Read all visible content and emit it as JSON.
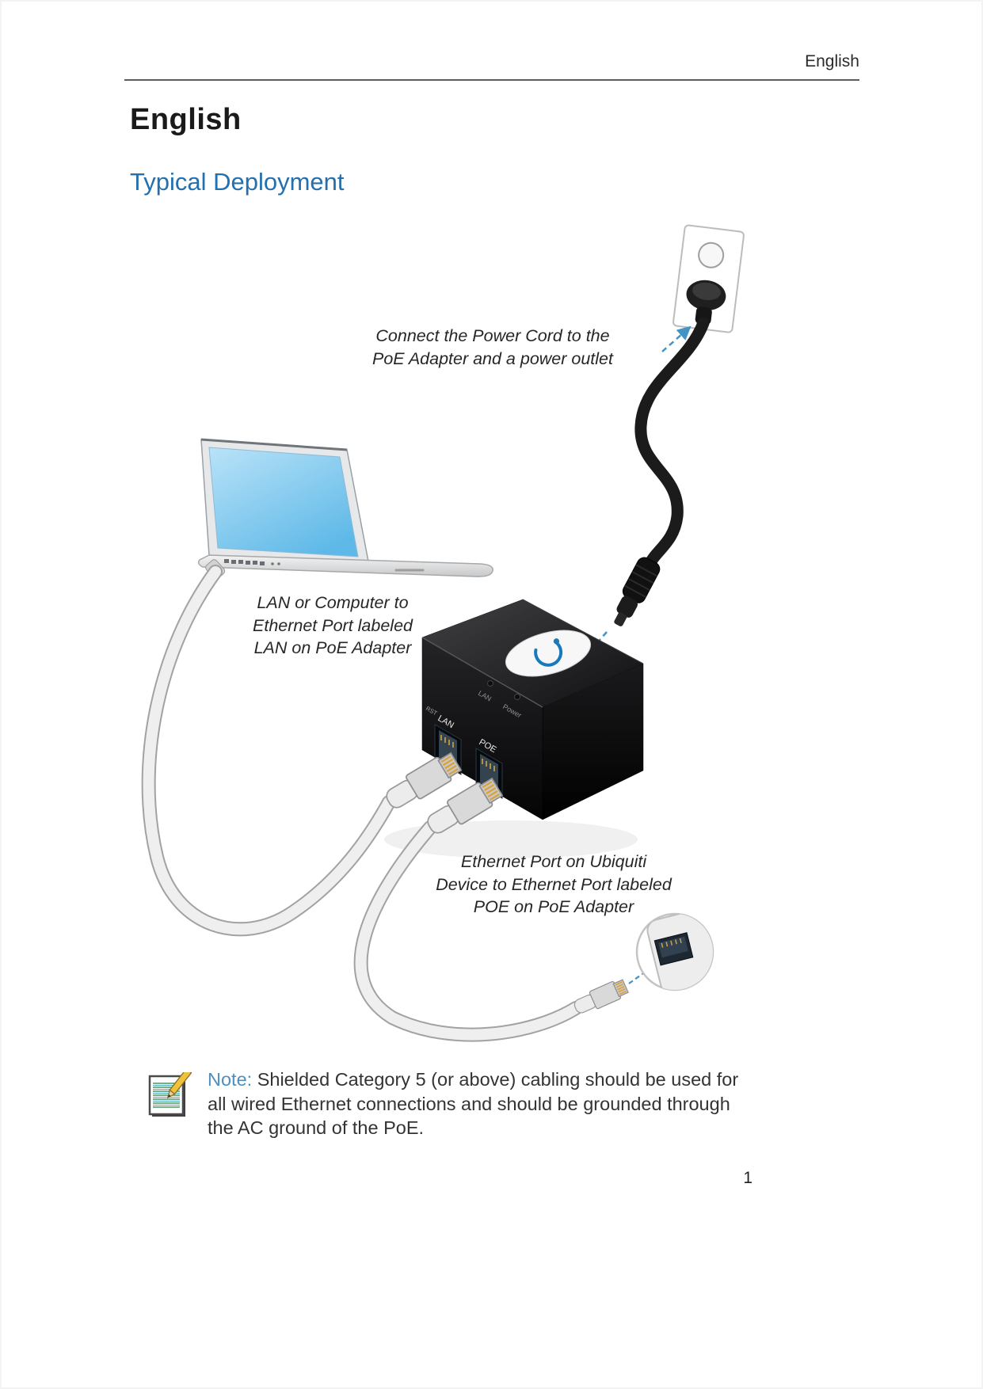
{
  "page": {
    "header_label": "English",
    "title": "English",
    "section_title": "Typical Deployment",
    "page_number": "1"
  },
  "diagram": {
    "annotations": {
      "power_cord": "Connect the Power Cord to the\nPoE Adapter and a power outlet",
      "lan": "LAN or Computer to\nEthernet Port labeled\nLAN on PoE Adapter",
      "ethernet": "Ethernet Port on Ubiquiti\nDevice to Ethernet Port labeled\nPOE on PoE Adapter"
    },
    "adapter": {
      "port_label_lan": "LAN",
      "port_label_poe": "POE",
      "led_label_lan": "LAN",
      "led_label_power": "Power",
      "reset_label": "RST"
    },
    "icons": {
      "note": "notepad-pencil-icon"
    },
    "colors": {
      "arrow_blue": "#4293c6",
      "laptop_screen_blue": "#7cc7ee",
      "adapter_black": "#141416",
      "logo_blue": "#1879bd",
      "cable_gray": "#efefef"
    }
  },
  "note": {
    "label": "Note:",
    "text": "Shielded Category 5 (or above) cabling should be used for all wired Ethernet connections and should be grounded through the AC ground of the PoE."
  },
  "colors": {
    "section_blue": "#2470ae",
    "note_label_blue": "#4e8fc0",
    "body_text": "#333333"
  }
}
